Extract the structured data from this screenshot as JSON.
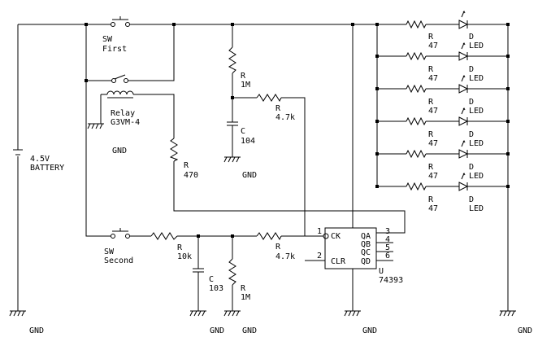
{
  "labels": {
    "sw_first": [
      "SW",
      "First"
    ],
    "relay": [
      "Relay",
      "G3VM-4"
    ],
    "battery": [
      "4.5V",
      "BATTERY"
    ],
    "r1m_top": [
      "R",
      "1M"
    ],
    "c104": [
      "C",
      "104"
    ],
    "r47k_top": [
      "R",
      "4.7k"
    ],
    "r470": [
      "R",
      "470"
    ],
    "sw_second": [
      "SW",
      "Second"
    ],
    "r10k": [
      "R",
      "10k"
    ],
    "c103": [
      "C",
      "103"
    ],
    "r1m_bottom": [
      "R",
      "1M"
    ],
    "r47k_bottom": [
      "R",
      "4.7k"
    ],
    "ic_name": [
      "U",
      "74393"
    ],
    "pin_ck": "CK",
    "pin_clr": "CLR",
    "pin_qa": "QA",
    "pin_qb": "QB",
    "pin_qc": "QC",
    "pin_qd": "QD",
    "pin1": "1",
    "pin2": "2",
    "pin3": "3",
    "pin4": "4",
    "pin5": "5",
    "pin6": "6",
    "gnd": "GND"
  },
  "led_rows": [
    {
      "r": "R",
      "r_val": "47",
      "d": "D",
      "d_name": "LED"
    },
    {
      "r": "R",
      "r_val": "47",
      "d": "D",
      "d_name": "LED"
    },
    {
      "r": "R",
      "r_val": "47",
      "d": "D",
      "d_name": "LED"
    },
    {
      "r": "R",
      "r_val": "47",
      "d": "D",
      "d_name": "LED"
    },
    {
      "r": "R",
      "r_val": "47",
      "d": "D",
      "d_name": "LED"
    },
    {
      "r": "R",
      "r_val": "47",
      "d": "D",
      "d_name": "LED"
    }
  ]
}
